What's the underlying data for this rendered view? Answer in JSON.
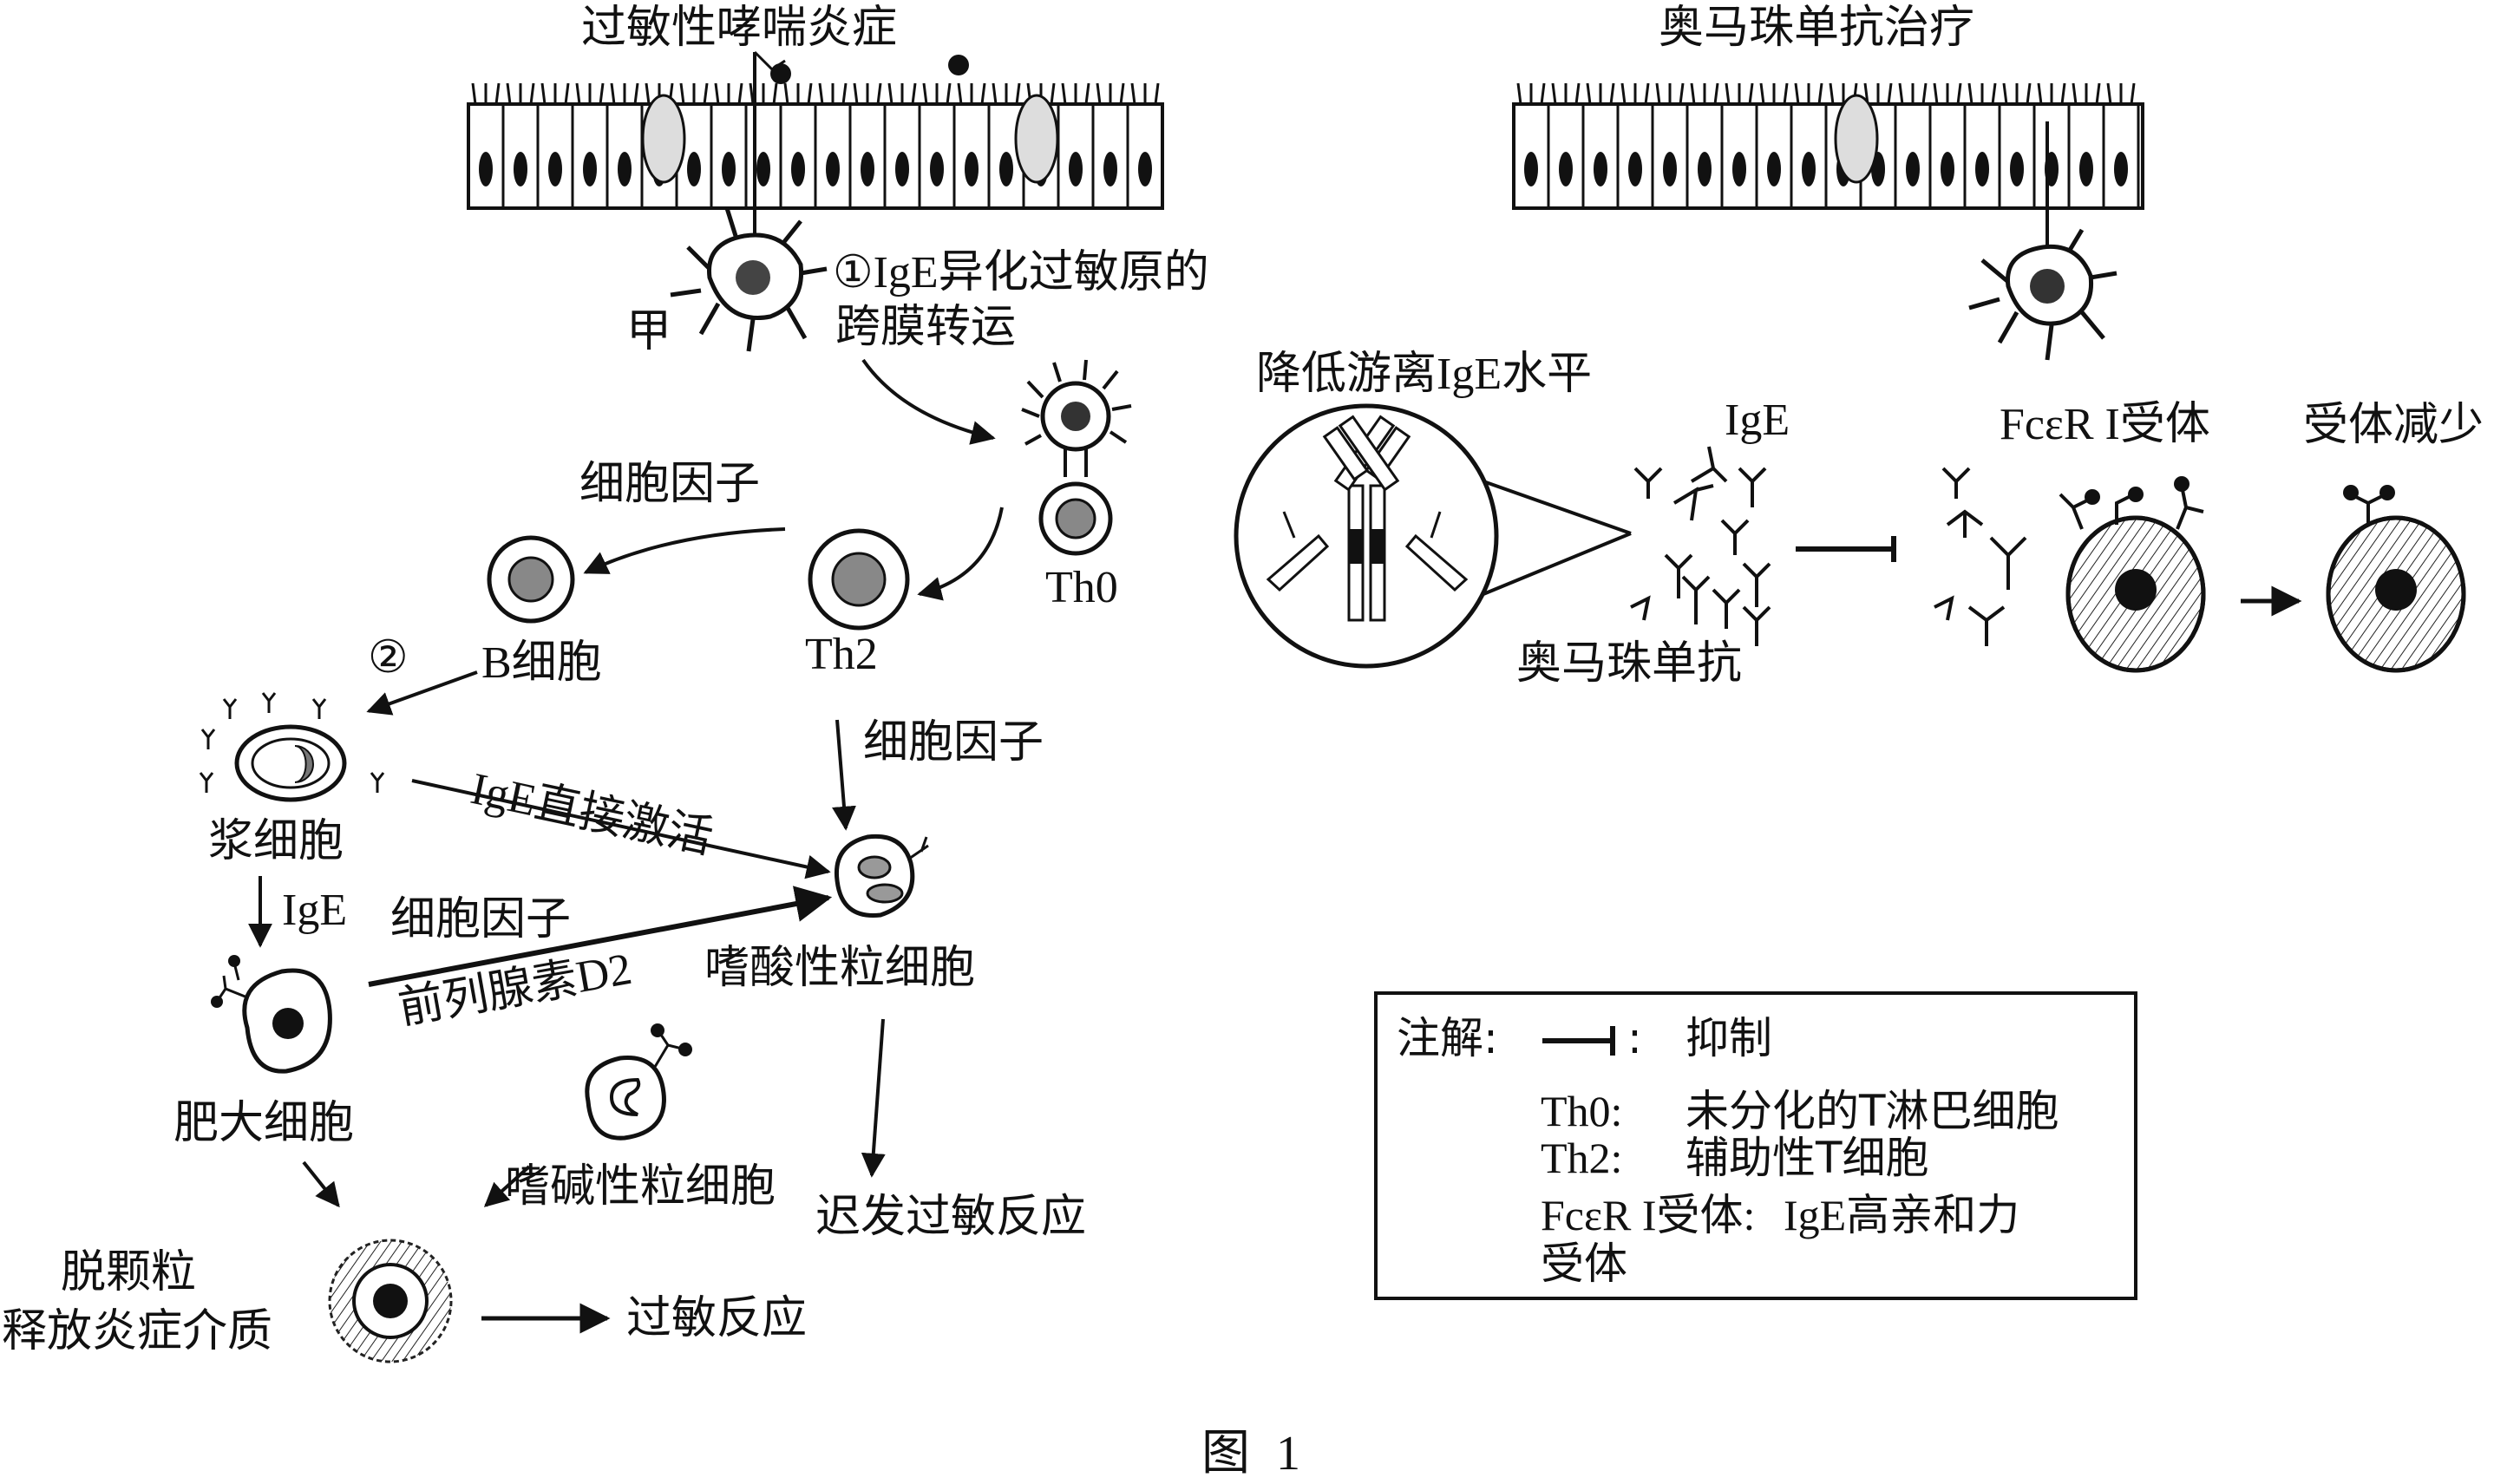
{
  "left_panel": {
    "title": "过敏性哮喘炎症",
    "dendritic_cell": "甲",
    "step1_line1": "①IgE异化过敏原的",
    "step1_line2": "跨膜转运",
    "th0": "Th0",
    "th2": "Th2",
    "cytokine_1": "细胞因子",
    "b_cell": "B细胞",
    "step2": "②",
    "plasma_cell": "浆细胞",
    "ige_direct": "IgE直接激活",
    "cytokine_2": "细胞因子",
    "ige": "IgE",
    "cytokine_3": "细胞因子",
    "prostaglandin": "前列腺素D2",
    "eosinophil": "嗜酸性粒细胞",
    "mast_cell": "肥大细胞",
    "basophil": "嗜碱性粒细胞",
    "delayed_reaction": "迟发过敏反应",
    "degranulation_line1": "脱颗粒",
    "degranulation_line2": "释放炎症介质",
    "allergic_reaction": "过敏反应"
  },
  "right_panel": {
    "title": "奥马珠单抗治疗",
    "reduce_ige": "降低游离IgE水平",
    "ige": "IgE",
    "omalizumab": "奥马珠单抗",
    "receptor": "FcεR I受体",
    "receptor_reduced": "受体减少"
  },
  "legend": {
    "title": "注解:",
    "inhibit_sep": ":",
    "inhibit": "抑制",
    "th0_key": "Th0:",
    "th0_desc": "未分化的T淋巴细胞",
    "th2_key": "Th2:",
    "th2_desc": "辅助性T细胞",
    "fc_key": "FcεR I受体:",
    "fc_desc_line1": "IgE高亲和力",
    "fc_desc_line2": "受体"
  },
  "caption": "图 1"
}
